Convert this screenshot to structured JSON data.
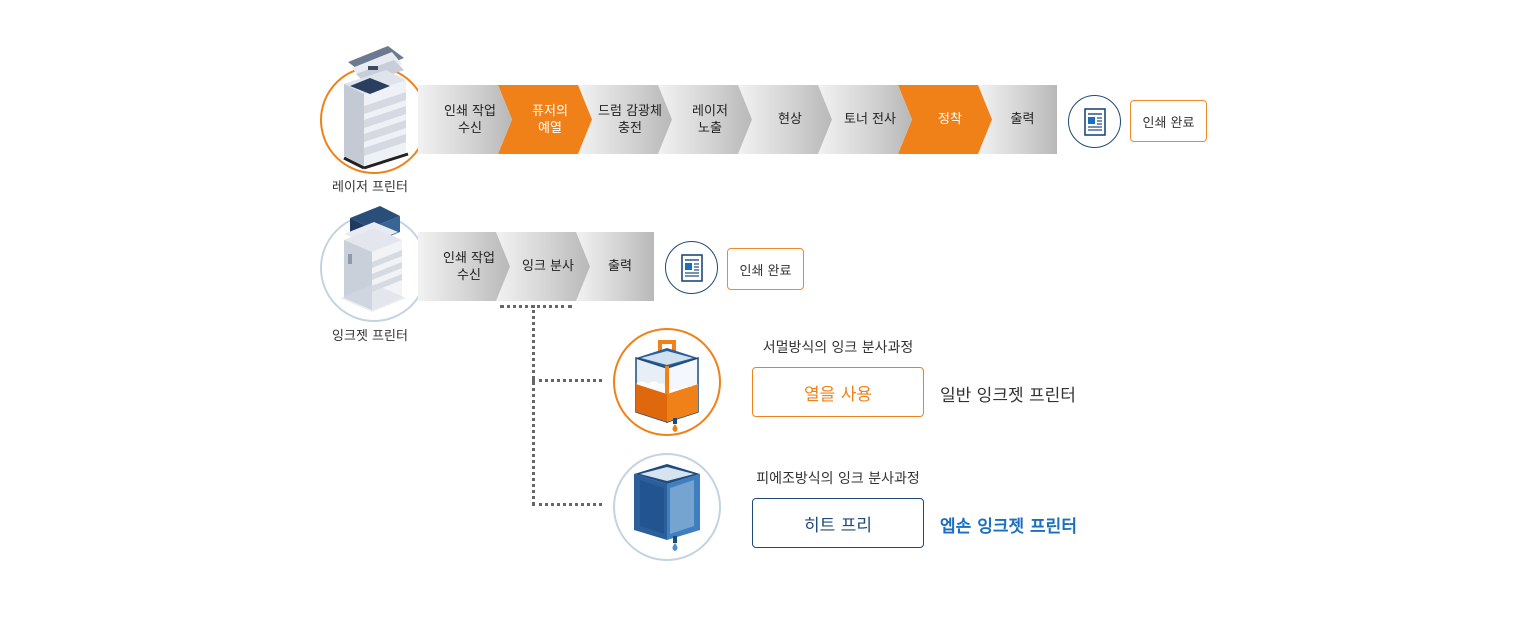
{
  "laser": {
    "caption": "레이저 프린터",
    "steps": [
      {
        "label": "인쇄 작업\n수신",
        "highlight": false
      },
      {
        "label": "퓨저의\n예열",
        "highlight": true
      },
      {
        "label": "드럼 감광체\n충전",
        "highlight": false
      },
      {
        "label": "레이저\n노출",
        "highlight": false
      },
      {
        "label": "현상",
        "highlight": false
      },
      {
        "label": "토너 전사",
        "highlight": false
      },
      {
        "label": "정착",
        "highlight": true
      },
      {
        "label": "출력",
        "highlight": false
      }
    ],
    "done_label": "인쇄 완료"
  },
  "inkjet": {
    "caption": "잉크젯 프린터",
    "steps": [
      {
        "label": "인쇄 작업\n수신",
        "highlight": false
      },
      {
        "label": "잉크 분사",
        "highlight": false
      },
      {
        "label": "출력",
        "highlight": false
      }
    ],
    "done_label": "인쇄 완료"
  },
  "methods": {
    "thermal": {
      "title": "서멀방식의 잉크 분사과정",
      "box_label": "열을 사용",
      "result": "일반 잉크젯 프린터"
    },
    "piezo": {
      "title": "피에조방식의 잉크 분사과정",
      "box_label": "히트 프리",
      "result": "엡손 잉크젯 프린터"
    }
  },
  "colors": {
    "orange": "#f08018",
    "blue": "#1a6fc0",
    "navy": "#1d4a7a"
  }
}
